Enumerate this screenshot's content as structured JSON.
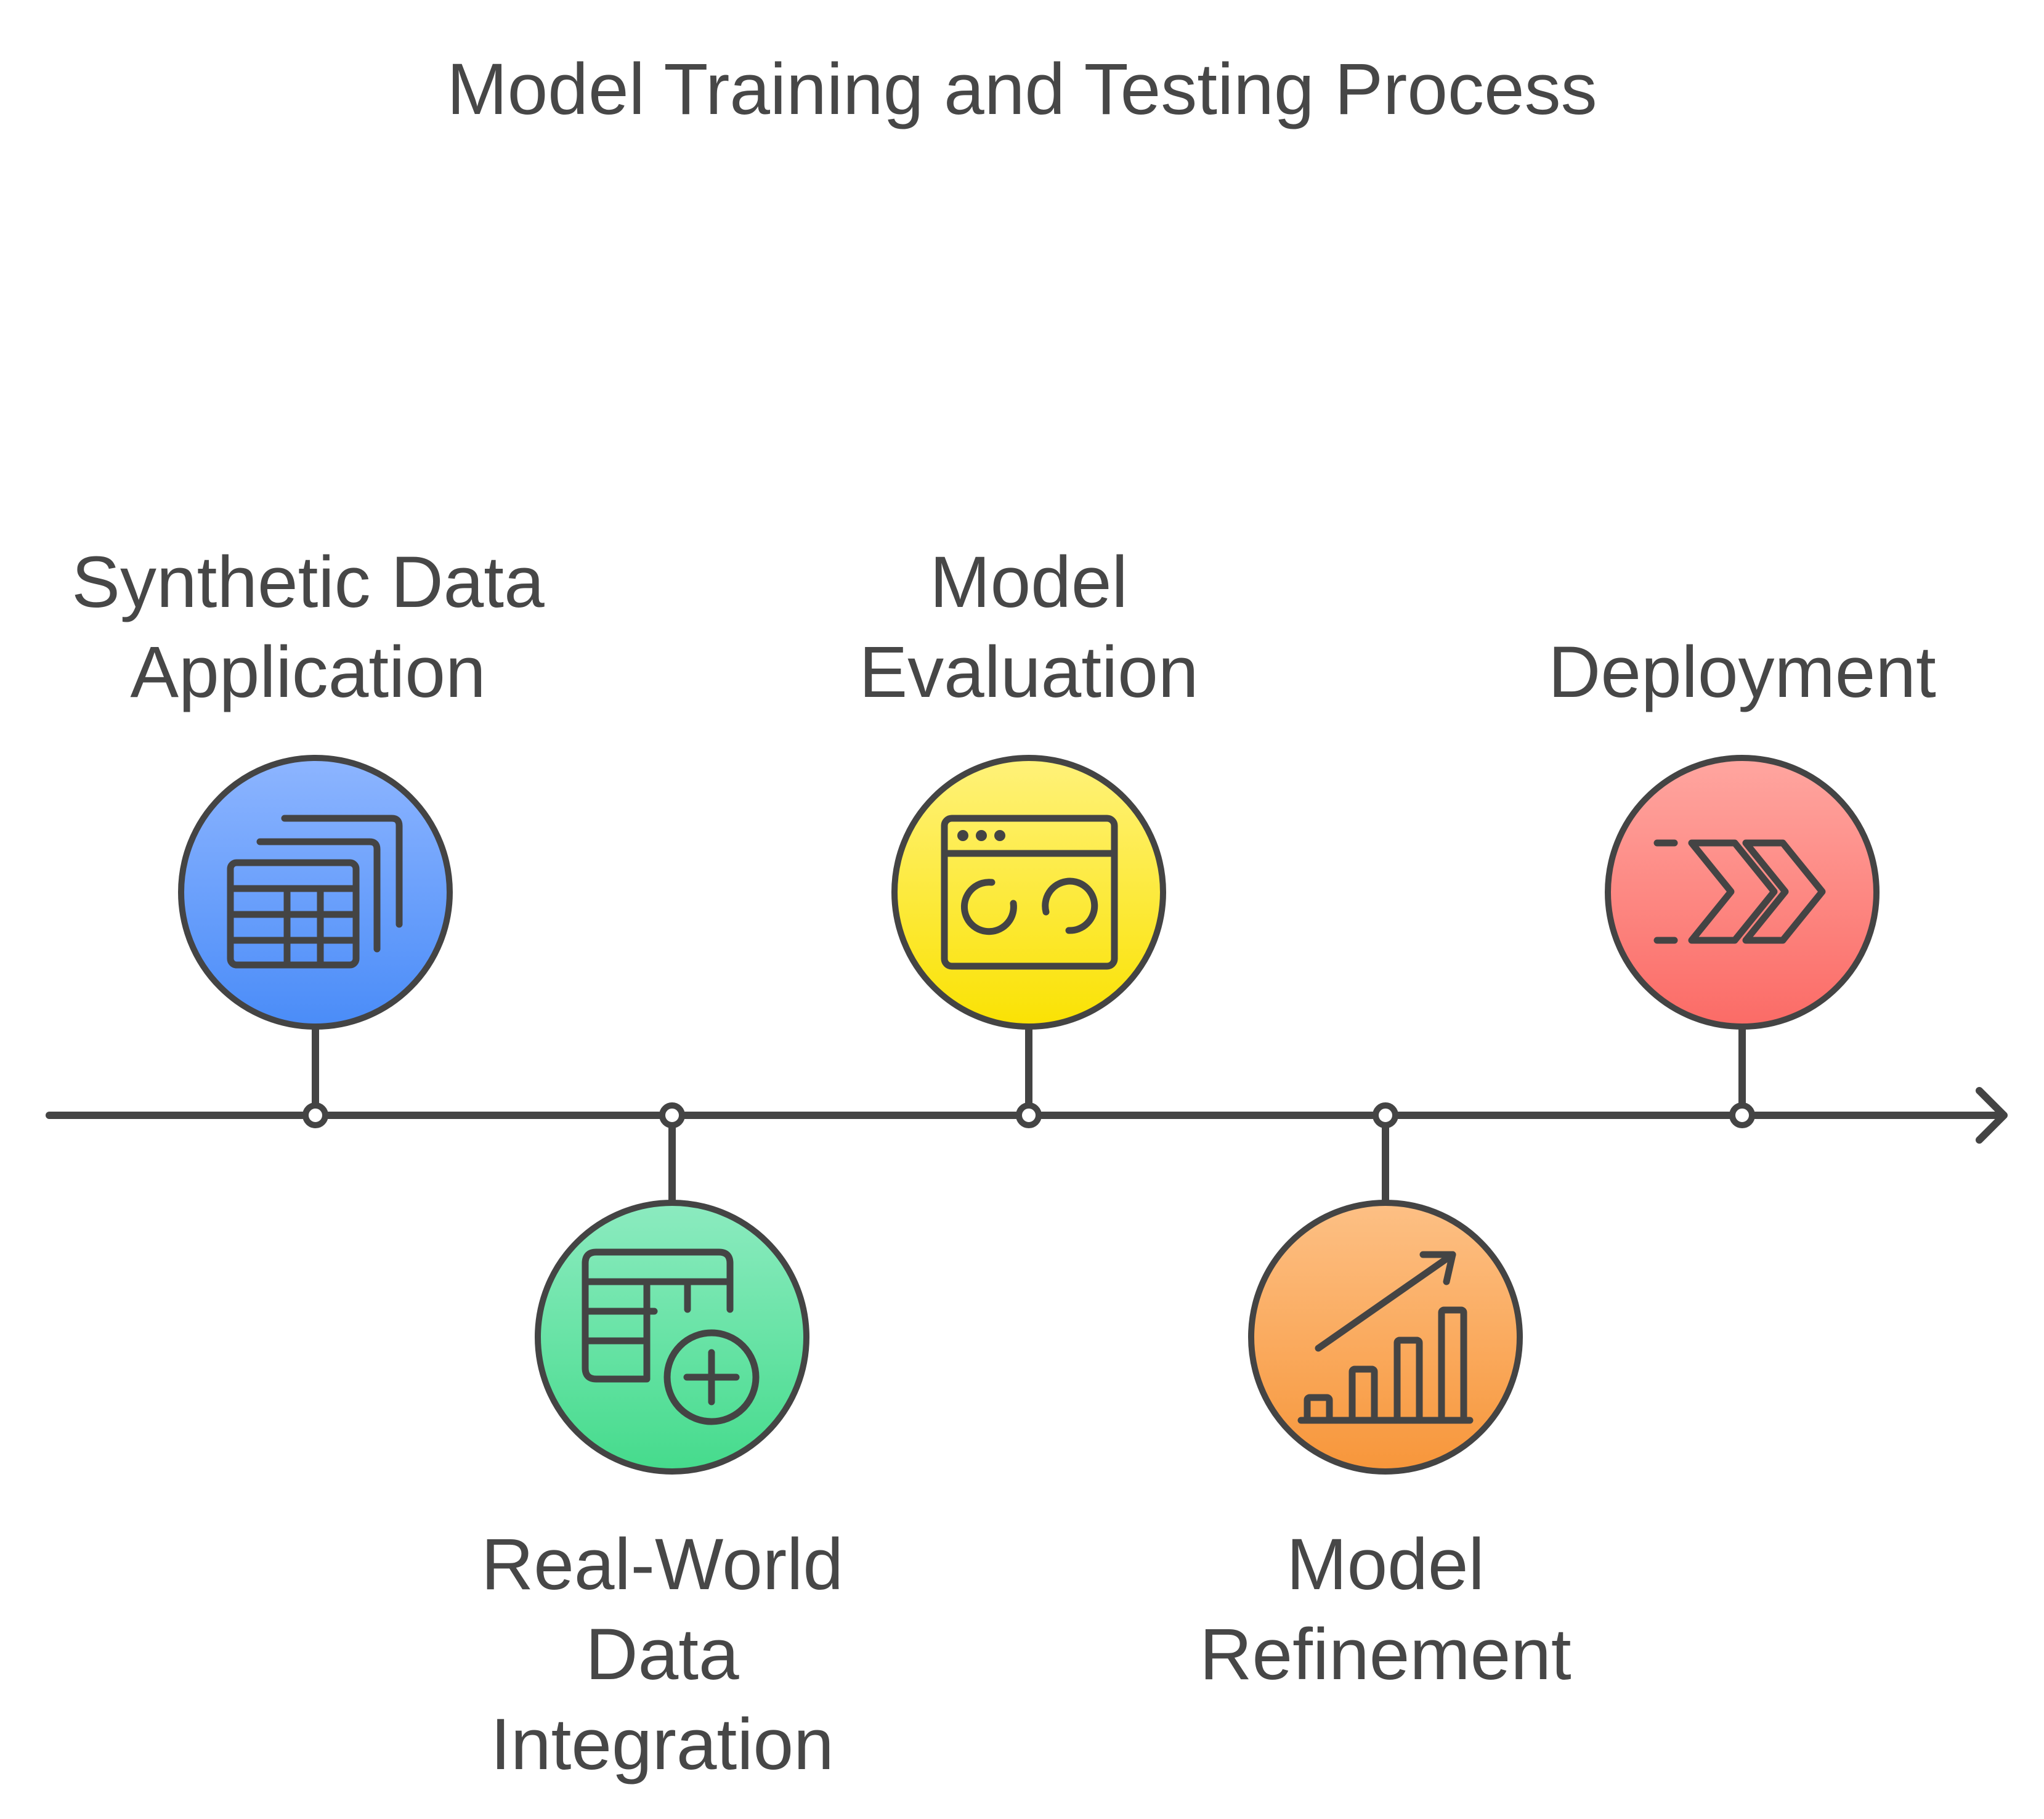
{
  "title": "Model Training and Testing Process",
  "colors": {
    "stroke": "#444444",
    "text": "#474747",
    "background": "#ffffff"
  },
  "steps": [
    {
      "id": "synthetic",
      "label_lines": [
        "Synthetic Data",
        "Application"
      ],
      "icon": "stacked-table-icon",
      "position": "above",
      "color_top": "#8DB5FF",
      "color_bottom": "#4A8CF8"
    },
    {
      "id": "realworld",
      "label_lines": [
        "Real-World",
        "Data",
        "Integration"
      ],
      "icon": "table-add-icon",
      "position": "below",
      "color_top": "#8CEBC0",
      "color_bottom": "#45DB8C"
    },
    {
      "id": "evaluation",
      "label_lines": [
        "Model",
        "Evaluation"
      ],
      "icon": "browser-loading-icon",
      "position": "above",
      "color_top": "#FFF27A",
      "color_bottom": "#FAE203"
    },
    {
      "id": "refinement",
      "label_lines": [
        "Model",
        "Refinement"
      ],
      "icon": "growth-chart-icon",
      "position": "below",
      "color_top": "#FDC085",
      "color_bottom": "#F7963A"
    },
    {
      "id": "deployment",
      "label_lines": [
        "Deployment"
      ],
      "icon": "fast-forward-icon",
      "position": "above",
      "color_top": "#FFA6A0",
      "color_bottom": "#FB6B66"
    }
  ]
}
